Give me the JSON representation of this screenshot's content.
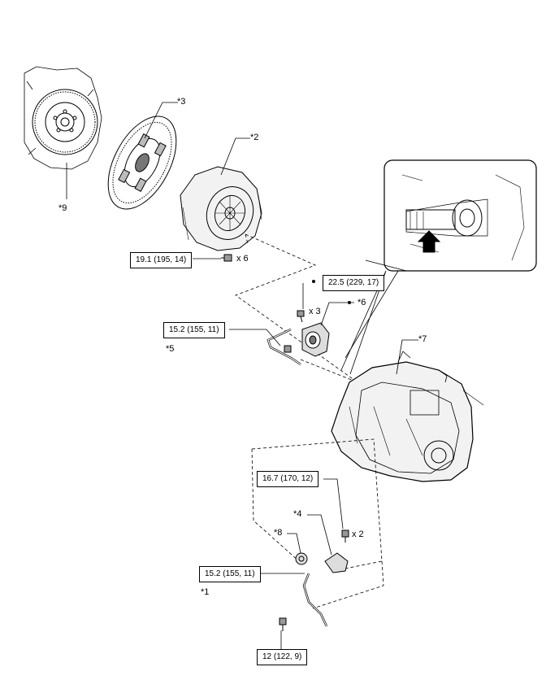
{
  "callouts": {
    "c1": "*1",
    "c2": "*2",
    "c3": "*3",
    "c4": "*4",
    "c5": "*5",
    "c6": "*6",
    "c7": "*7",
    "c8": "*8",
    "c9": "*9"
  },
  "torque": {
    "t1": "19.1 (195, 14)",
    "t2": "22.5 (229, 17)",
    "t3": "15.2 (155, 11)",
    "t4": "16.7 (170, 12)",
    "t5": "15.2 (155, 11)",
    "t6": "12 (122, 9)"
  },
  "quantities": {
    "q1": "x 6",
    "q2": "x 3",
    "q3": "x 2"
  }
}
